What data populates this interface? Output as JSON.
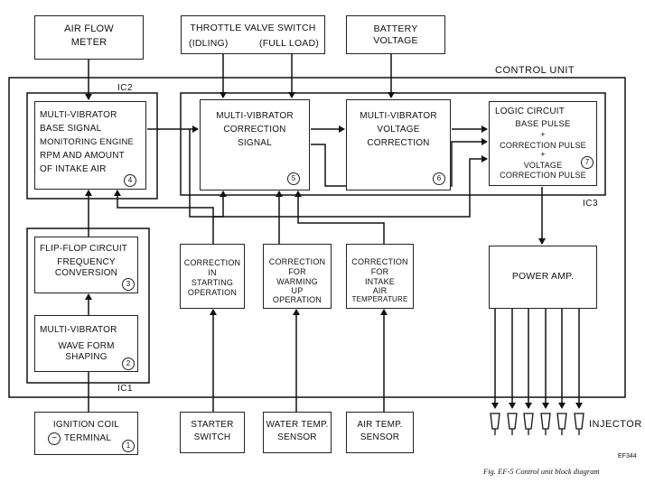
{
  "boxes": {
    "air_flow_meter": [
      "AIR FLOW",
      "METER"
    ],
    "throttle_switch": [
      "THROTTLE VALVE SWITCH",
      "(IDLING)",
      "(FULL LOAD)"
    ],
    "battery_voltage": [
      "BATTERY",
      "VOLTAGE"
    ],
    "mv_base_signal": [
      "MULTI-VIBRATOR",
      "BASE SIGNAL",
      "MONITORING ENGINE",
      "RPM AND AMOUNT",
      "OF INTAKE AIR"
    ],
    "mv_correction": [
      "MULTI-VIBRATOR",
      "CORRECTION",
      "SIGNAL"
    ],
    "mv_voltage": [
      "MULTI-VIBRATOR",
      "VOLTAGE",
      "CORRECTION"
    ],
    "logic_circuit": [
      "LOGIC CIRCUIT",
      "BASE PULSE",
      "+",
      "CORRECTION PULSE",
      "+",
      "VOLTAGE",
      "CORRECTION PULSE"
    ],
    "flip_flop": [
      "FLIP-FLOP CIRCUIT",
      "FREQUENCY",
      "CONVERSION"
    ],
    "mv_wave": [
      "MULTI-VIBRATOR",
      "WAVE FORM",
      "SHAPING"
    ],
    "corr_starting": [
      "CORRECTION",
      "IN",
      "STARTING",
      "OPERATION"
    ],
    "corr_warming": [
      "CORRECTION",
      "FOR",
      "WARMING",
      "UP",
      "OPERATION"
    ],
    "corr_intake": [
      "CORRECTION",
      "FOR",
      "INTAKE",
      "AIR",
      "TEMPERATURE"
    ],
    "power_amp": "POWER AMP.",
    "ignition_coil": [
      "IGNITION COIL",
      "TERMINAL"
    ],
    "starter_switch": [
      "STARTER",
      "SWITCH"
    ],
    "water_temp": [
      "WATER TEMP.",
      "SENSOR"
    ],
    "air_temp": [
      "AIR TEMP.",
      "SENSOR"
    ]
  },
  "numbers": {
    "n1": "1",
    "n2": "2",
    "n3": "3",
    "n4": "4",
    "n5": "5",
    "n6": "6",
    "n7": "7"
  },
  "ignition_minus": "−",
  "labels": {
    "control_unit": "CONTROL UNIT",
    "ic1": "IC1",
    "ic2": "IC2",
    "ic3": "IC3",
    "injector": "INJECTOR",
    "code": "EF344",
    "caption": "Fig. EF-5  Control unit block diagram"
  }
}
